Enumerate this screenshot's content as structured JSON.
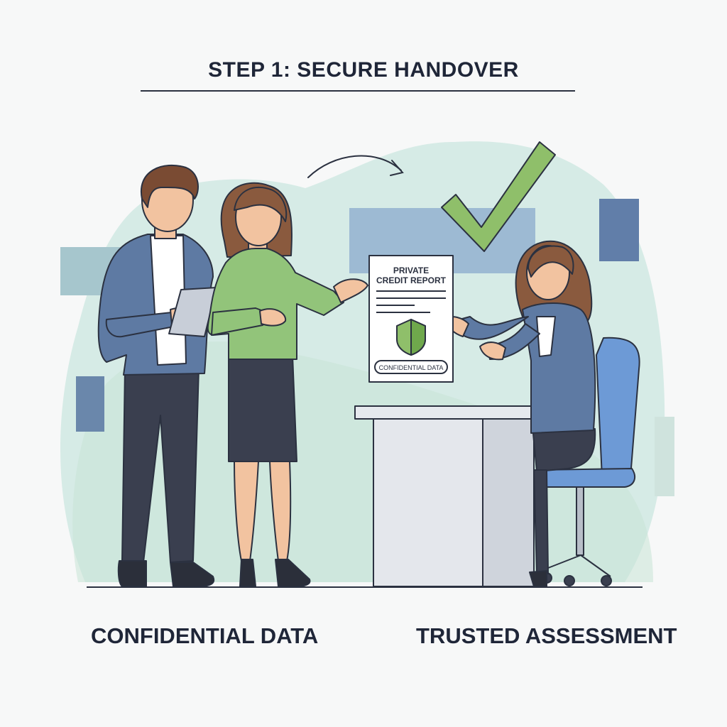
{
  "title": "STEP 1: SECURE HANDOVER",
  "document": {
    "heading_line1": "PRIVATE",
    "heading_line2": "CREDIT REPORT",
    "stamp": "CONFIDENTIAL DATA"
  },
  "captions": {
    "left": "CONFIDENTIAL DATA",
    "right": "TRUSTED ASSESSMENT"
  },
  "colors": {
    "accent_green": "#8fbf6a",
    "slate_blue": "#5e7aa3",
    "chair_blue": "#6d9ad6",
    "background_mint": "#d3e8e4"
  },
  "icons": [
    "checkmark-icon",
    "shield-icon",
    "handover-arrow-icon"
  ]
}
